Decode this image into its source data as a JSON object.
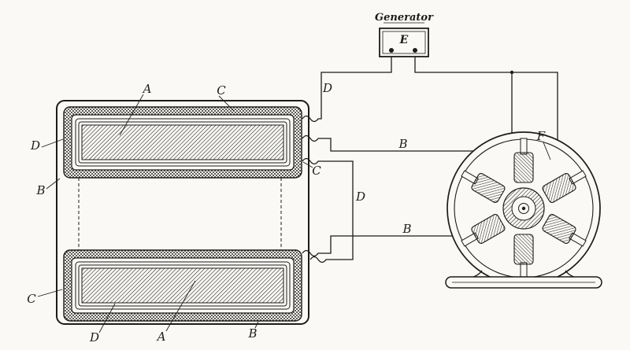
{
  "theme": {
    "paper": "#faf9f5",
    "ink": "#1d1c1a"
  },
  "generator": {
    "title": "Generator",
    "terminal_label": "E"
  },
  "callouts": {
    "a_top": "A",
    "c_top": "C",
    "d_left": "D",
    "b_left": "B",
    "c_right": "C",
    "d_wire_upper": "D",
    "b_wire_middle": "B",
    "d_wire_lower": "D",
    "b_wire_lower": "B",
    "f_motor": "F",
    "c_bottom": "C",
    "d_bottom": "D",
    "a_bottom": "A",
    "b_bottom": "B"
  }
}
